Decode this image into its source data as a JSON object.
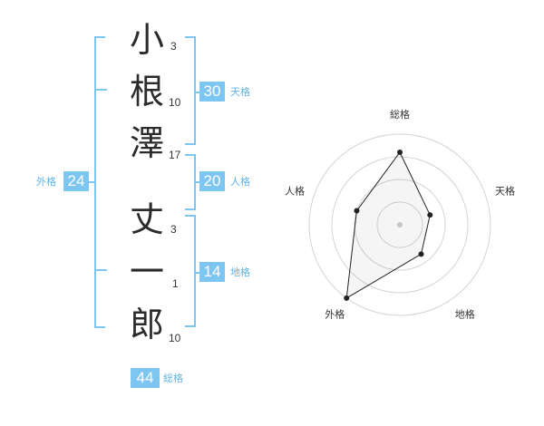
{
  "name": {
    "characters": [
      {
        "char": "小",
        "strokes": "3"
      },
      {
        "char": "根",
        "strokes": "10"
      },
      {
        "char": "澤",
        "strokes": "17"
      },
      {
        "char": "丈",
        "strokes": "3"
      },
      {
        "char": "一",
        "strokes": "1"
      },
      {
        "char": "郎",
        "strokes": "10"
      }
    ]
  },
  "fortunes": {
    "tenkaku": {
      "value": "30",
      "label": "天格"
    },
    "jinkaku": {
      "value": "20",
      "label": "人格"
    },
    "chikaku": {
      "value": "14",
      "label": "地格"
    },
    "gaikaku": {
      "value": "24",
      "label": "外格"
    },
    "soukaku": {
      "value": "44",
      "label": "総格"
    }
  },
  "radar": {
    "axes": [
      "総格",
      "天格",
      "地格",
      "外格",
      "人格"
    ],
    "levels": [
      0.8,
      0.35,
      0.4,
      1.0,
      0.5
    ],
    "ring_count": 4
  },
  "colors": {
    "accent": "#7ec6f2",
    "text": "#2b2b2b"
  }
}
